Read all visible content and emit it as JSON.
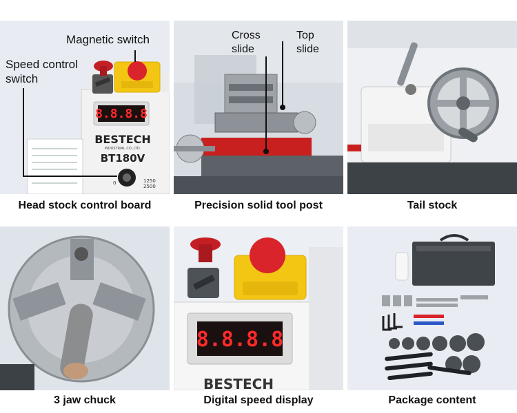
{
  "panels": [
    {
      "caption": "Head stock control board",
      "annotations": {
        "magnetic_switch": "Magnetic switch",
        "speed_control": [
          "Speed control",
          "switch"
        ]
      },
      "display": "8.8.8.8",
      "brand": "BESTECH",
      "brand_sub": "INDUSTRIAL CO.,LTD.",
      "model": "BT180V",
      "dial_max": "1250",
      "dial_min": "0",
      "dial_max2": "2500"
    },
    {
      "caption": "Precision solid tool post",
      "annotations": {
        "cross_slide": [
          "Cross",
          "slide"
        ],
        "top_slide": [
          "Top",
          "slide"
        ]
      }
    },
    {
      "caption": "Tail stock"
    },
    {
      "caption": "3 jaw chuck"
    },
    {
      "caption": "Digital speed display",
      "display": "8.8.8.8",
      "brand": "BESTECH"
    },
    {
      "caption": "Package content"
    }
  ],
  "colors": {
    "panel_bg": "#e9edf3",
    "machine_white": "#f4f4f4",
    "safety_yellow": "#f3c613",
    "stop_red": "#d8242a",
    "display_red": "#ff2a2a",
    "accent_red": "#c8201e"
  }
}
